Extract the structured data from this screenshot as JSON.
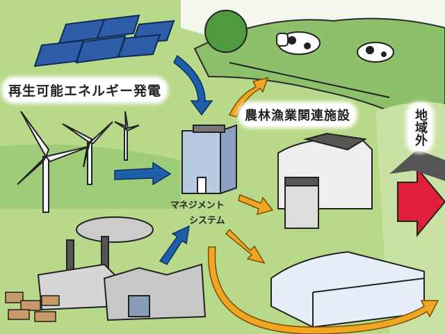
{
  "labels": {
    "renewable_energy": "再生可能エネルギー発電",
    "agri_facilities": "農林漁業関連施設",
    "outside_region": "地域外",
    "management_line1": "マネジメント",
    "management_line2": "システム"
  },
  "colors": {
    "grass": "#b9d98a",
    "hill": "#8dc06a",
    "blue_arrow": "#1d5fa8",
    "orange_arrow": "#f0a623",
    "red_arrow": "#e0203a"
  }
}
